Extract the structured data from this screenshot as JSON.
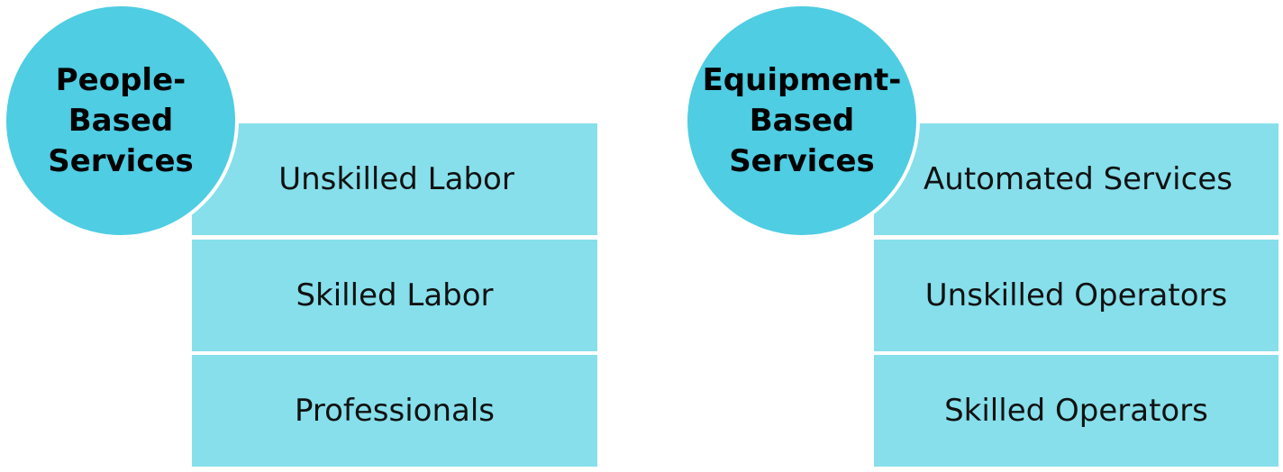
{
  "colors": {
    "circle_fill": "#4ecde3",
    "box_fill": "#86dfeb",
    "text": "#111111",
    "background": "#ffffff"
  },
  "groups": [
    {
      "title": "People-\nBased\nServices",
      "items": [
        {
          "label": "Unskilled Labor"
        },
        {
          "label": "Skilled Labor"
        },
        {
          "label": "Professionals"
        }
      ]
    },
    {
      "title": "Equipment-\nBased\nServices",
      "items": [
        {
          "label": "Automated Services"
        },
        {
          "label": "Unskilled Operators"
        },
        {
          "label": "Skilled Operators"
        }
      ]
    }
  ]
}
